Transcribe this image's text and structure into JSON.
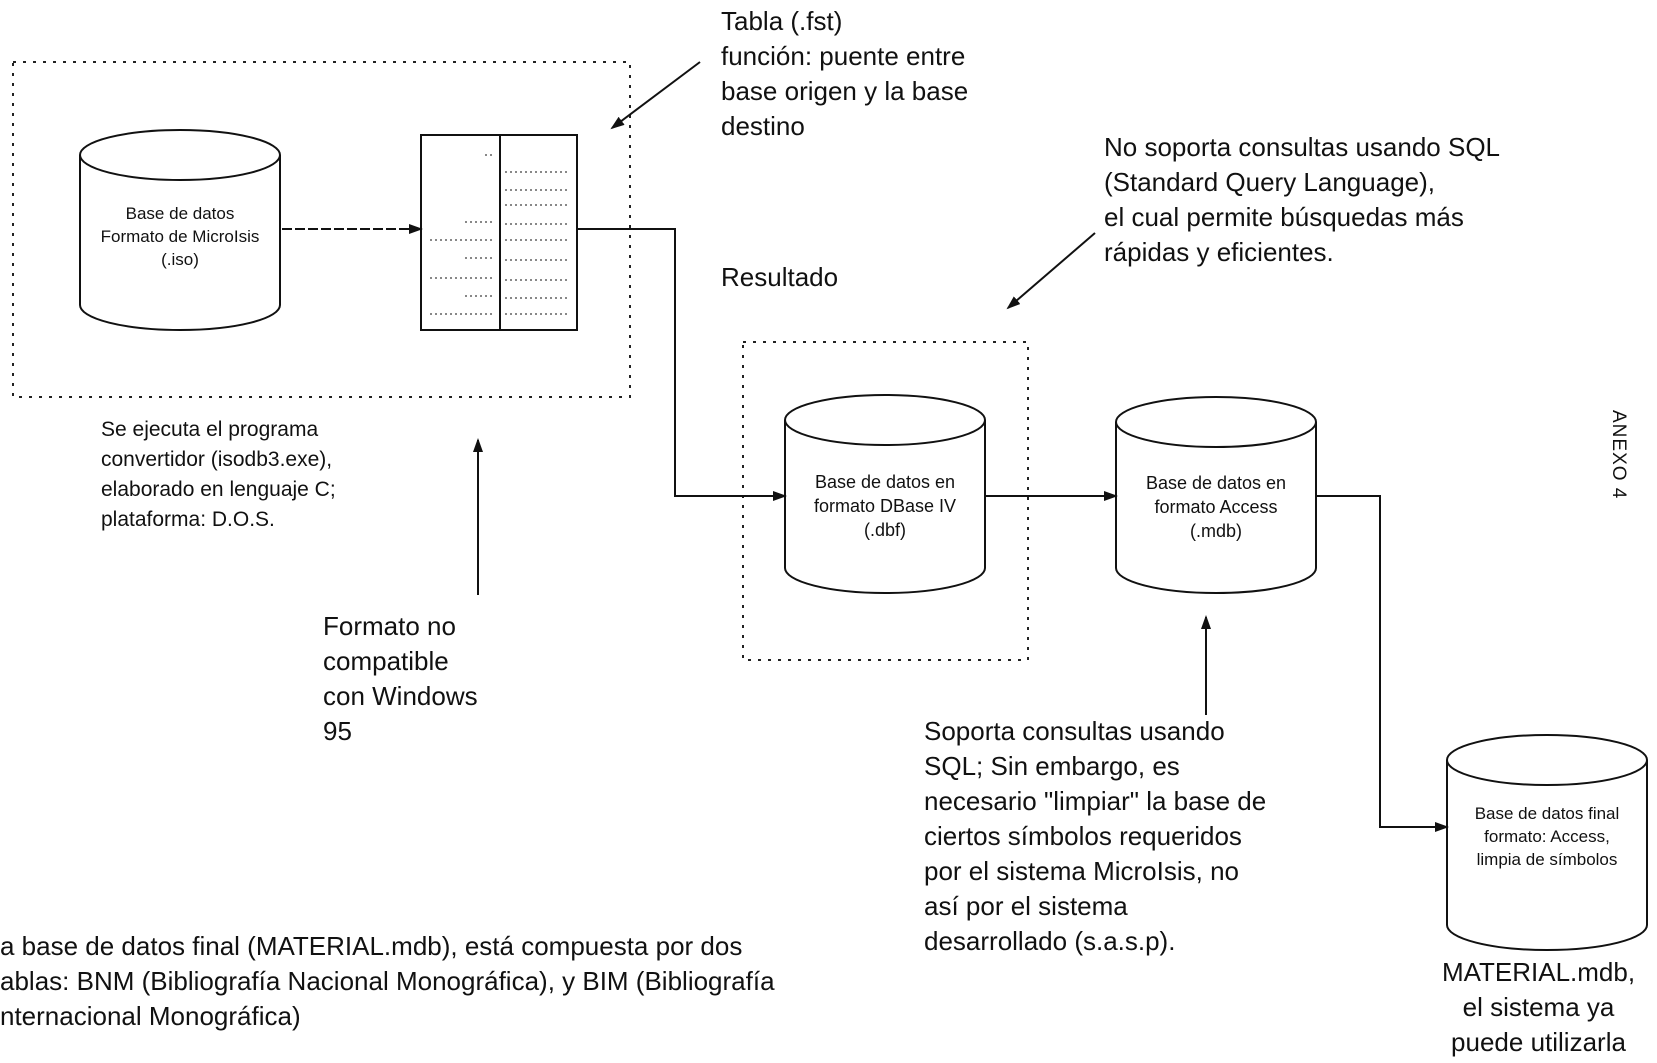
{
  "annotations": {
    "tabla": [
      "Tabla (.fst)",
      "función: puente entre",
      "base origen y la base",
      "destino"
    ],
    "no_sql": [
      "No soporta consultas usando SQL",
      "(Standard Query Language),",
      "el cual permite búsquedas más",
      "rápidas y eficientes."
    ],
    "resultado": "Resultado",
    "programa": [
      "Se ejecuta el programa",
      "convertidor (isodb3.exe),",
      "elaborado en lenguaje C;",
      "plataforma: D.O.S."
    ],
    "formato": [
      "Formato no",
      "compatible",
      "con Windows",
      "95"
    ],
    "soporta_sql": [
      "Soporta consultas usando",
      "SQL; Sin embargo, es",
      "necesario \"limpiar\" la base de",
      "ciertos símbolos requeridos",
      "por el sistema MicroIsis, no",
      "así por el sistema",
      "desarrollado (s.a.s.p)."
    ],
    "nota_final": [
      "a base de datos final (MATERIAL.mdb), está compuesta por dos",
      "ablas: BNM (Bibliografía Nacional Monográfica), y BIM (Bibliografía",
      "nternacional Monográfica)"
    ],
    "material": [
      "MATERIAL.mdb,",
      "el sistema ya",
      "puede utilizarla"
    ],
    "anexo": "ANEXO 4"
  },
  "databases": {
    "microisis": [
      "Base de datos",
      "Formato de MicroIsis",
      "(.iso)"
    ],
    "dbase": [
      "Base de datos en",
      "formato DBase IV",
      "(.dbf)"
    ],
    "access": [
      "Base de datos en",
      "formato Access",
      "(.mdb)"
    ],
    "final": [
      "Base de datos final",
      "formato: Access,",
      "limpia de símbolos"
    ]
  },
  "colors": {
    "ink": "#111111",
    "background": "#ffffff"
  }
}
